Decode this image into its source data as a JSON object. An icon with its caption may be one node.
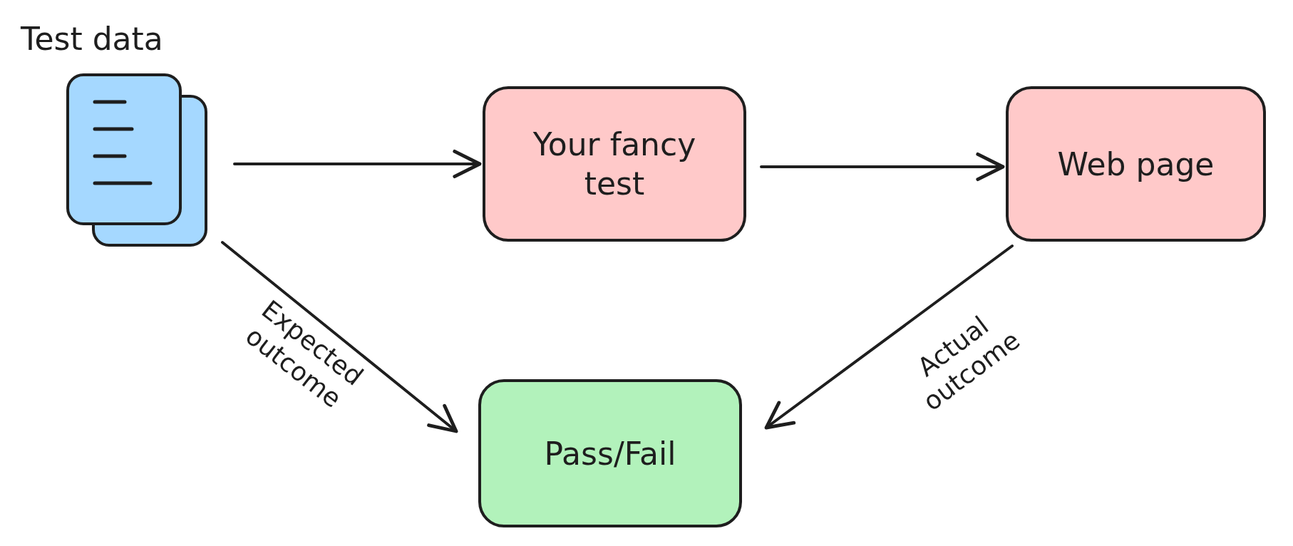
{
  "diagram": {
    "nodes": [
      {
        "text": [
          "Test data"
        ]
      },
      {
        "text": [
          "Your fancy test"
        ]
      },
      {
        "text": [
          "Web page"
        ]
      },
      {
        "text": [
          "Pass/Fail"
        ]
      }
    ],
    "edges": [
      {
        "from": 0,
        "to": 1,
        "arrow": "to"
      },
      {
        "from": 1,
        "to": 2,
        "arrow": "to"
      },
      {
        "from": 0,
        "to": 3,
        "arrow": "to",
        "label": "Expected outcome"
      },
      {
        "from": 2,
        "to": 3,
        "arrow": "to",
        "label": "Actual outcome"
      }
    ]
  }
}
